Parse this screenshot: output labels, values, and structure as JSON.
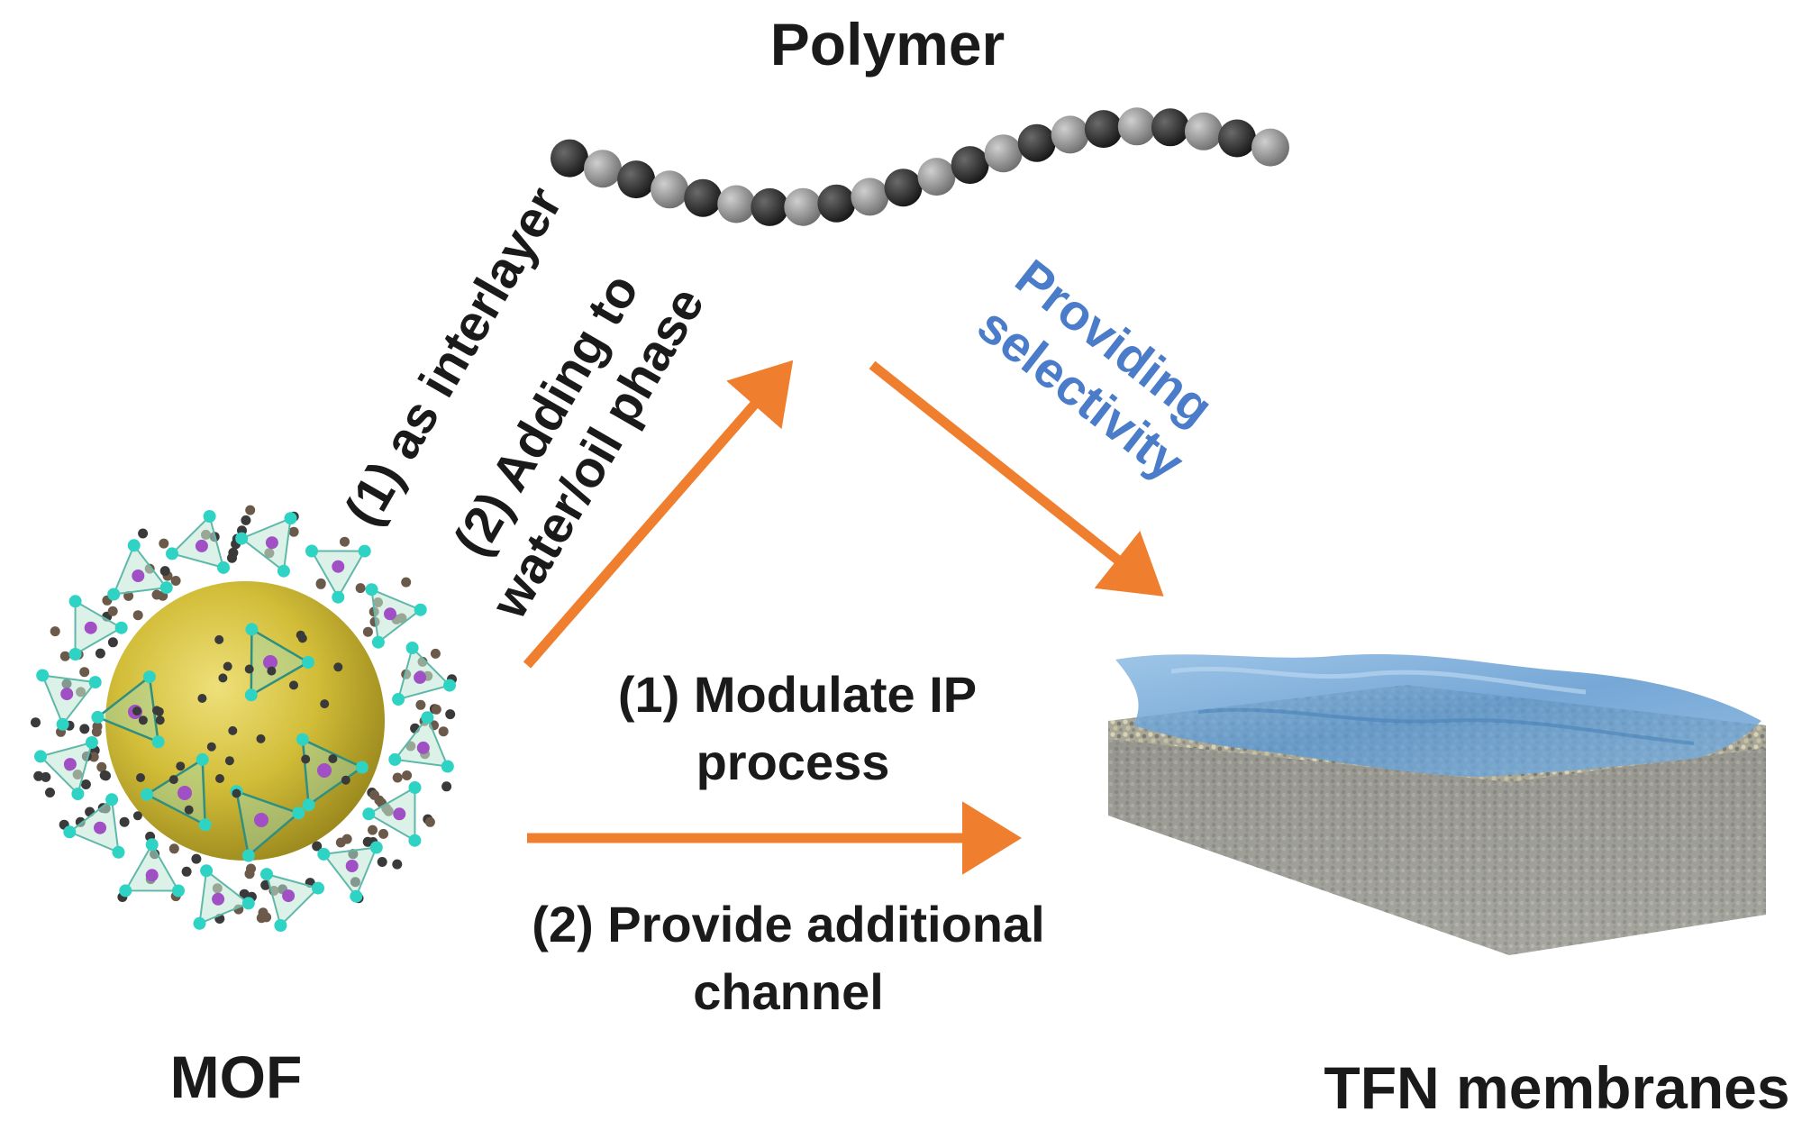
{
  "nodes": {
    "polymer": {
      "label": "Polymer"
    },
    "mof": {
      "label": "MOF"
    },
    "membrane": {
      "label": "TFN membranes"
    }
  },
  "edges": {
    "mof_to_polymer": {
      "line1": "(1)  as interlayer",
      "line2": "(2) Adding to",
      "line3": "water/oil phase"
    },
    "polymer_to_membrane": {
      "line1": "Providing",
      "line2": "selectivity"
    },
    "mof_to_membrane": {
      "above1": "(1) Modulate IP",
      "above2": "process",
      "below1": "(2) Provide additional",
      "below2": "channel"
    }
  },
  "colors": {
    "arrow": "#ef7f2f",
    "selectivity_text": "#4a7cc9",
    "polymer_dark": "#2a2a2a",
    "polymer_light": "#8e8e8e",
    "mof_core": "#d6c23a",
    "mof_node": "#2fd3c4",
    "mof_metal": "#a04fc4",
    "membrane_top": "#6fa6d6",
    "membrane_support": "#9a9a92"
  }
}
